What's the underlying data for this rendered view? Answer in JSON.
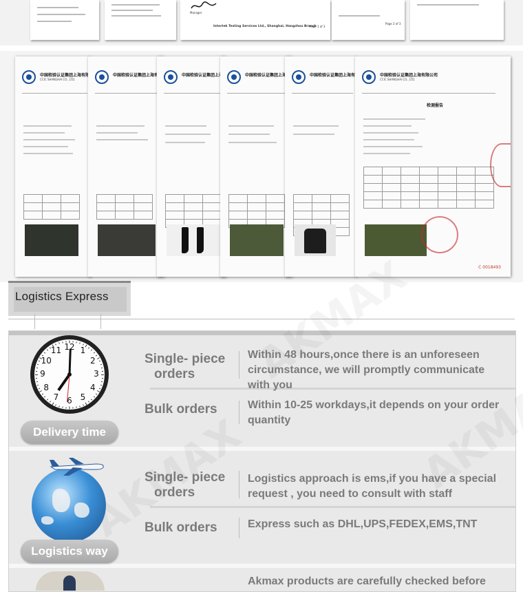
{
  "top_strip": {
    "branch_footer": "Intertek Testing Services Ltd., Shanghai, Hangzhou Branch",
    "page_1": "Page 1 of 3",
    "page_2": "Page 2 of 3",
    "role": "Manager"
  },
  "certificates": {
    "cert_org": "中国检验认证集团上海有限公司",
    "cert_org_en": "CCIC SHANGHAI CO., LTD.",
    "report_title": "检测报告",
    "serial": "C 0018493"
  },
  "logistics": {
    "header": "Logistics Express"
  },
  "delivery": {
    "pill": "Delivery time",
    "rows": [
      {
        "label_line1": "Single- piece",
        "label_line2": "orders",
        "text_line1": "Within 48 hours,once there is an unforeseen",
        "text_line2": "circumstance,   we will promptly communicate",
        "text_line3": "with you"
      },
      {
        "label_line1": "Bulk orders",
        "text_line1": "Within 10-25 workdays,it depends on your order",
        "text_line2": "quantity"
      }
    ]
  },
  "way": {
    "pill": "Logistics way",
    "rows": [
      {
        "label_line1": "Single- piece",
        "label_line2": "orders",
        "text_line1": "Logistics approach is  ems,if you have a special",
        "text_line2": "request , you need to consult with staff"
      },
      {
        "label_line1": "Bulk orders",
        "text_line1": "Express such as DHL,UPS,FEDEX,EMS,TNT"
      }
    ]
  },
  "packaging": {
    "text_line1": "Akmax products are carefully checked before"
  },
  "watermark": "AKMAX",
  "clock_numbers": [
    "12",
    "1",
    "2",
    "3",
    "4",
    "5",
    "6",
    "7",
    "8",
    "9",
    "10",
    "11"
  ],
  "icons": {
    "clock": "clock-icon",
    "globe": "globe-icon",
    "plane": "airplane-icon"
  }
}
